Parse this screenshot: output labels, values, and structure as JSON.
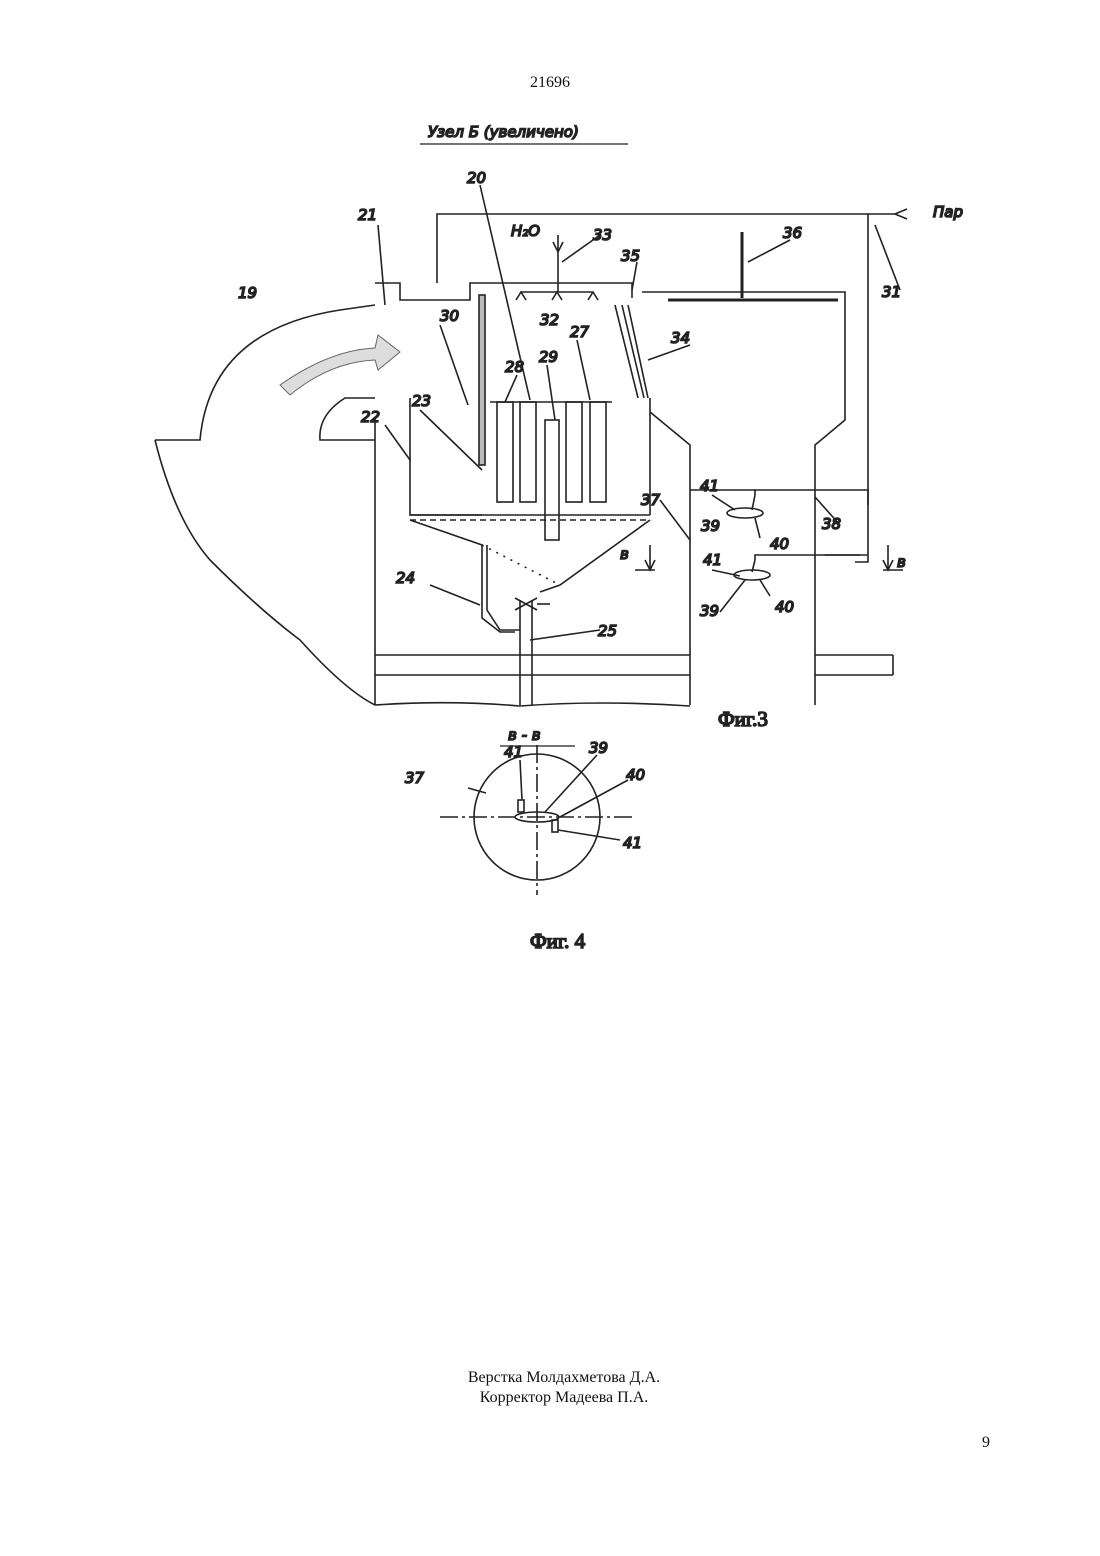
{
  "header": {
    "doc_number": "21696"
  },
  "figure": {
    "node_title": "Узел Б (увеличено)",
    "h2o_label": "H₂O",
    "steam_label": "Пар",
    "section_mark": "в",
    "labels": {
      "l19": "19",
      "l20": "20",
      "l21": "21",
      "l22": "22",
      "l23": "23",
      "l24": "24",
      "l25": "25",
      "l27": "27",
      "l28": "28",
      "l29": "29",
      "l30": "30",
      "l31": "31",
      "l32": "32",
      "l33": "33",
      "l34": "34",
      "l35": "35",
      "l36": "36",
      "l37": "37",
      "l38": "38",
      "l39a": "39",
      "l39b": "39",
      "l40a": "40",
      "l40b": "40",
      "l41a": "41",
      "l41b": "41"
    },
    "caption": "Фиг.3"
  },
  "figure4": {
    "section_title": "в - в",
    "labels": {
      "l37": "37",
      "l41a": "41",
      "l39": "39",
      "l40": "40",
      "l41b": "41"
    },
    "caption": "Фиг. 4"
  },
  "footer": {
    "layout_credit": "Верстка Молдахметова Д.А.",
    "proof_credit": "Корректор Мадеева П.А.",
    "page_number": "9"
  }
}
